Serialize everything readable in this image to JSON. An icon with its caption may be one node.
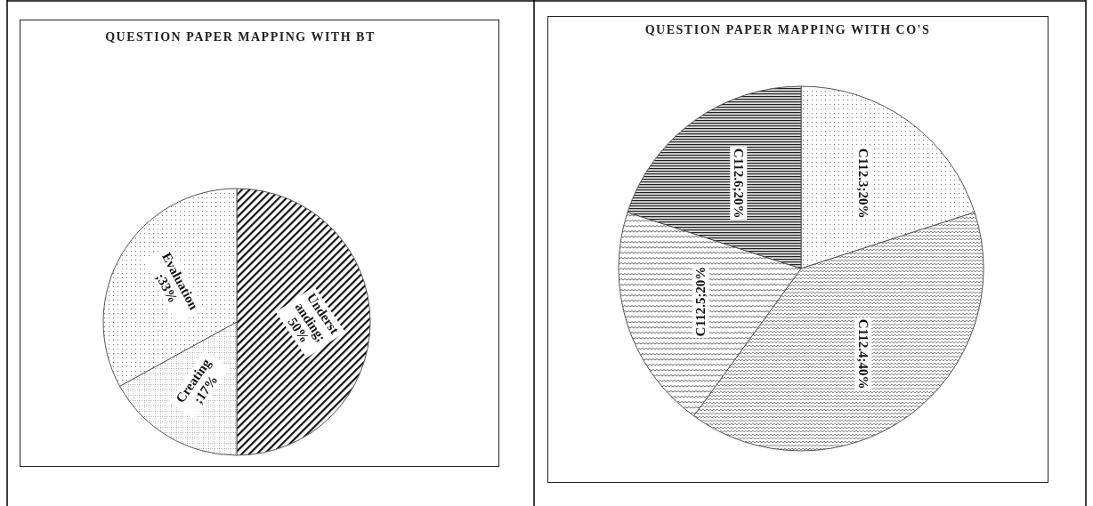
{
  "diagram": {
    "chart_data": [
      {
        "type": "pie",
        "title": "QUESTION PAPER MAPPING WITH BT",
        "values": [
          50,
          17,
          33
        ],
        "value_labels": [
          "Understanding; 50%",
          "Creating ;17%",
          "Evaluation ;33%"
        ]
      },
      {
        "type": "pie",
        "title": "QUESTION PAPER MAPPING WITH CO'S",
        "values": [
          20,
          40,
          20,
          20
        ],
        "value_labels": [
          "C112.3;20%",
          "C112.4;40%",
          "C112.5;20%",
          "C112.6;20%"
        ]
      }
    ]
  }
}
